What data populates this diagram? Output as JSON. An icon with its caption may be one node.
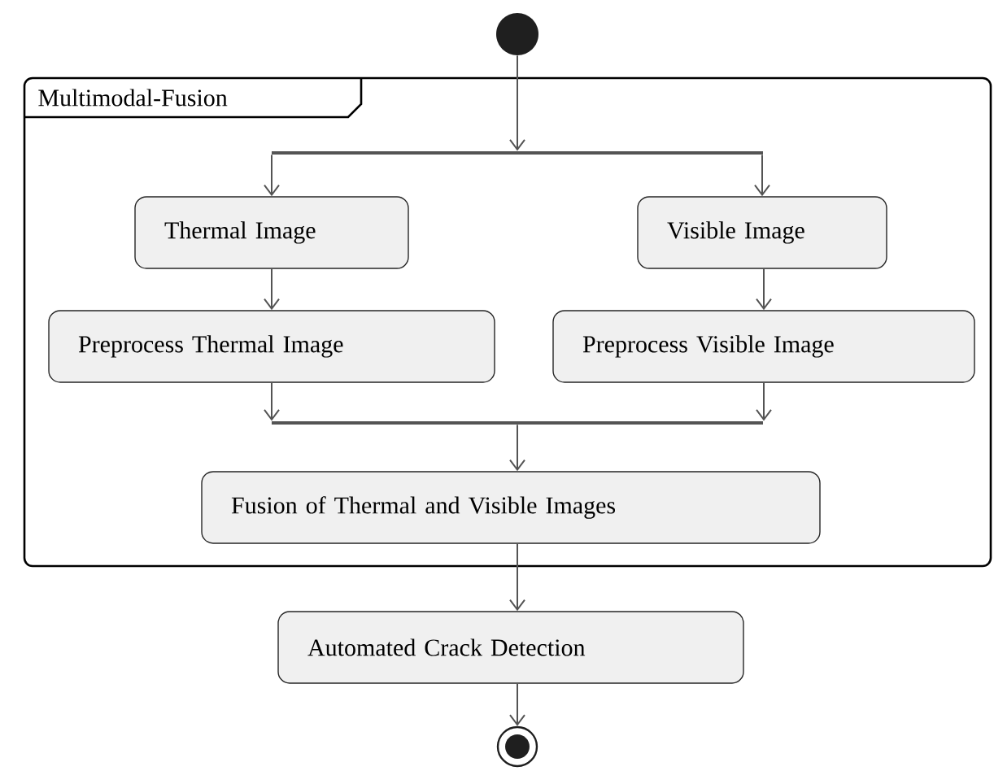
{
  "diagram": {
    "nodes": [
      {
        "text": [],
        "shape": "circle"
      },
      {
        "text": [
          "Multimodal-Fusion"
        ]
      },
      {
        "text": [],
        "shape": "bar",
        "in": 1
      },
      {
        "text": [
          "Thermal Image"
        ],
        "in": 1
      },
      {
        "text": [
          "Visible Image"
        ],
        "in": 1
      },
      {
        "text": [
          "Preprocess Thermal Image"
        ],
        "in": 1
      },
      {
        "text": [
          "Preprocess Visible Image"
        ],
        "in": 1
      },
      {
        "text": [],
        "shape": "bar",
        "in": 1
      },
      {
        "text": [
          "Fusion of Thermal and Visible Images"
        ],
        "in": 1
      },
      {
        "text": [
          "Automated Crack Detection"
        ]
      },
      {
        "text": [],
        "shape": "circle"
      }
    ],
    "edges": [
      {
        "from": 0,
        "to": 2,
        "arrow": "to"
      },
      {
        "from": 2,
        "to": 3,
        "arrow": "to"
      },
      {
        "from": 2,
        "to": 4,
        "arrow": "to"
      },
      {
        "from": 3,
        "to": 5,
        "arrow": "to"
      },
      {
        "from": 4,
        "to": 6,
        "arrow": "to"
      },
      {
        "from": 5,
        "to": 7,
        "arrow": "to"
      },
      {
        "from": 6,
        "to": 7,
        "arrow": "to"
      },
      {
        "from": 7,
        "to": 8,
        "arrow": "to"
      },
      {
        "from": 8,
        "to": 9,
        "arrow": "to"
      },
      {
        "from": 9,
        "to": 10,
        "arrow": "to"
      }
    ]
  }
}
